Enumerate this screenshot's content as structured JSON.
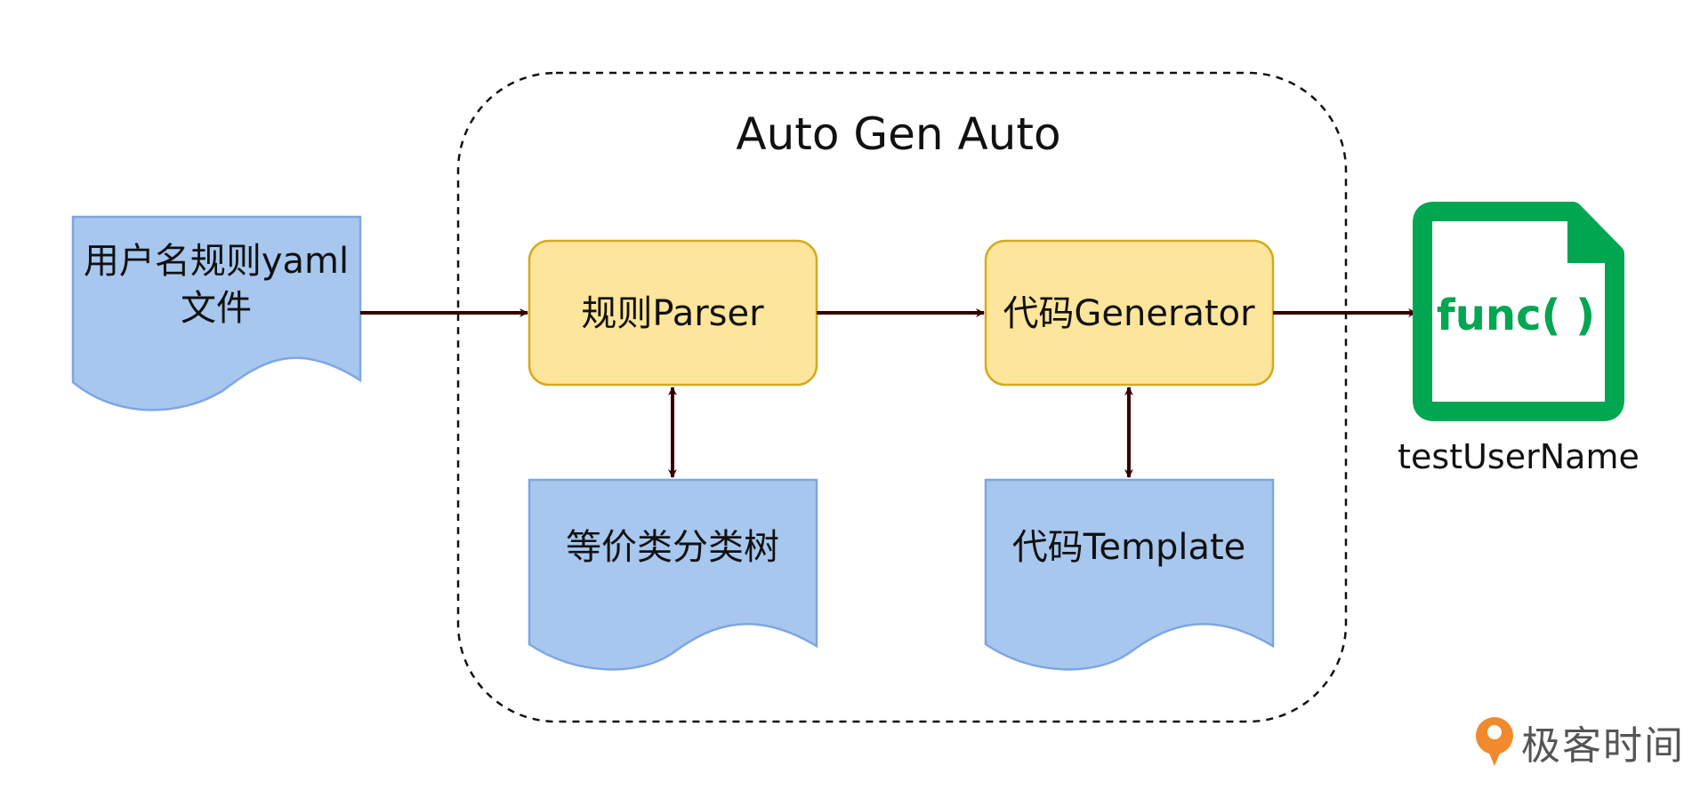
{
  "container": {
    "title": "Auto Gen Auto"
  },
  "input_doc": {
    "line1": "用户名规则yaml",
    "line2": "文件"
  },
  "parser": {
    "label": "规则Parser"
  },
  "generator": {
    "label": "代码Generator"
  },
  "tree_doc": {
    "label": "等价类分类树"
  },
  "template_doc": {
    "label": "代码Template"
  },
  "output": {
    "code": "func( )",
    "caption": "testUserName"
  },
  "brand": {
    "text": "极客时间"
  },
  "colors": {
    "doc_fill": "#a7c7ee",
    "doc_stroke": "#7ea6e0",
    "process_fill": "#fde59b",
    "process_stroke": "#d6a91d",
    "arrow": "#330000",
    "output_green": "#00a650",
    "brand_orange": "#f08a2c"
  }
}
